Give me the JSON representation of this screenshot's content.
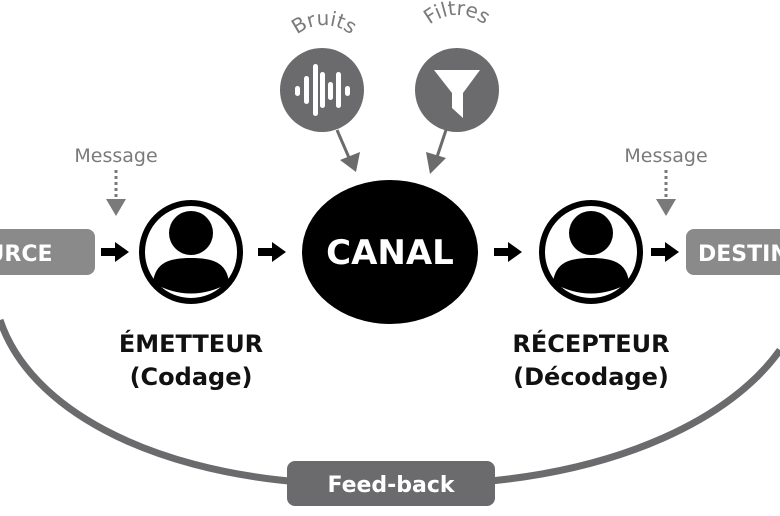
{
  "diagram": {
    "source_label": "SOURCE",
    "destination_label": "DESTINATION",
    "canal_label": "CANAL",
    "noise_label": "Bruits",
    "filters_label": "Filtres",
    "message_left_label": "Message",
    "message_right_label": "Message",
    "sender_title": "ÉMETTEUR",
    "sender_subtitle": "(Codage)",
    "receiver_title": "RÉCEPTEUR",
    "receiver_subtitle": "(Décodage)",
    "feedback_label": "Feed-back",
    "icons": {
      "noise": "sound-wave-icon",
      "filters": "funnel-icon",
      "sender": "person-icon",
      "receiver": "person-icon"
    },
    "colors": {
      "gray_fill": "#6b6b6d",
      "box_gray": "#8a8a8a",
      "black": "#000000",
      "label_gray": "#7a7a7a"
    }
  }
}
